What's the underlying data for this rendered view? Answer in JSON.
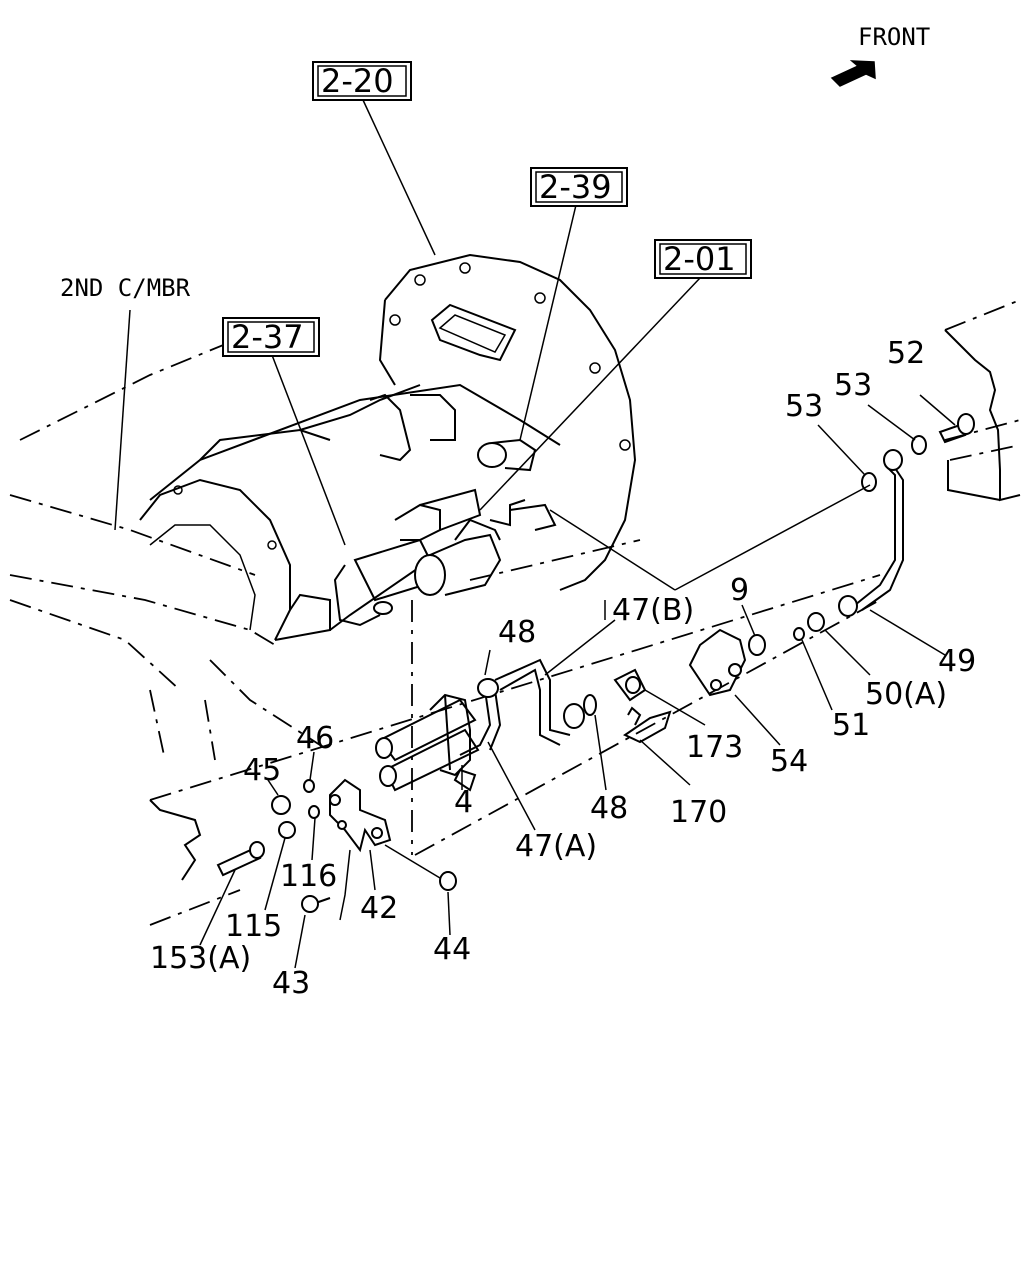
{
  "front_label": "FRONT",
  "frame_label": "2ND C/MBR",
  "ref_boxes": [
    "2-20",
    "2-39",
    "2-01",
    "2-37"
  ],
  "callouts": [
    "52",
    "53",
    "53",
    "9",
    "47(B)",
    "48",
    "49",
    "50(A)",
    "51",
    "173",
    "54",
    "48",
    "170",
    "47(A)",
    "4",
    "46",
    "45",
    "116",
    "115",
    "42",
    "44",
    "153(A)",
    "43"
  ]
}
